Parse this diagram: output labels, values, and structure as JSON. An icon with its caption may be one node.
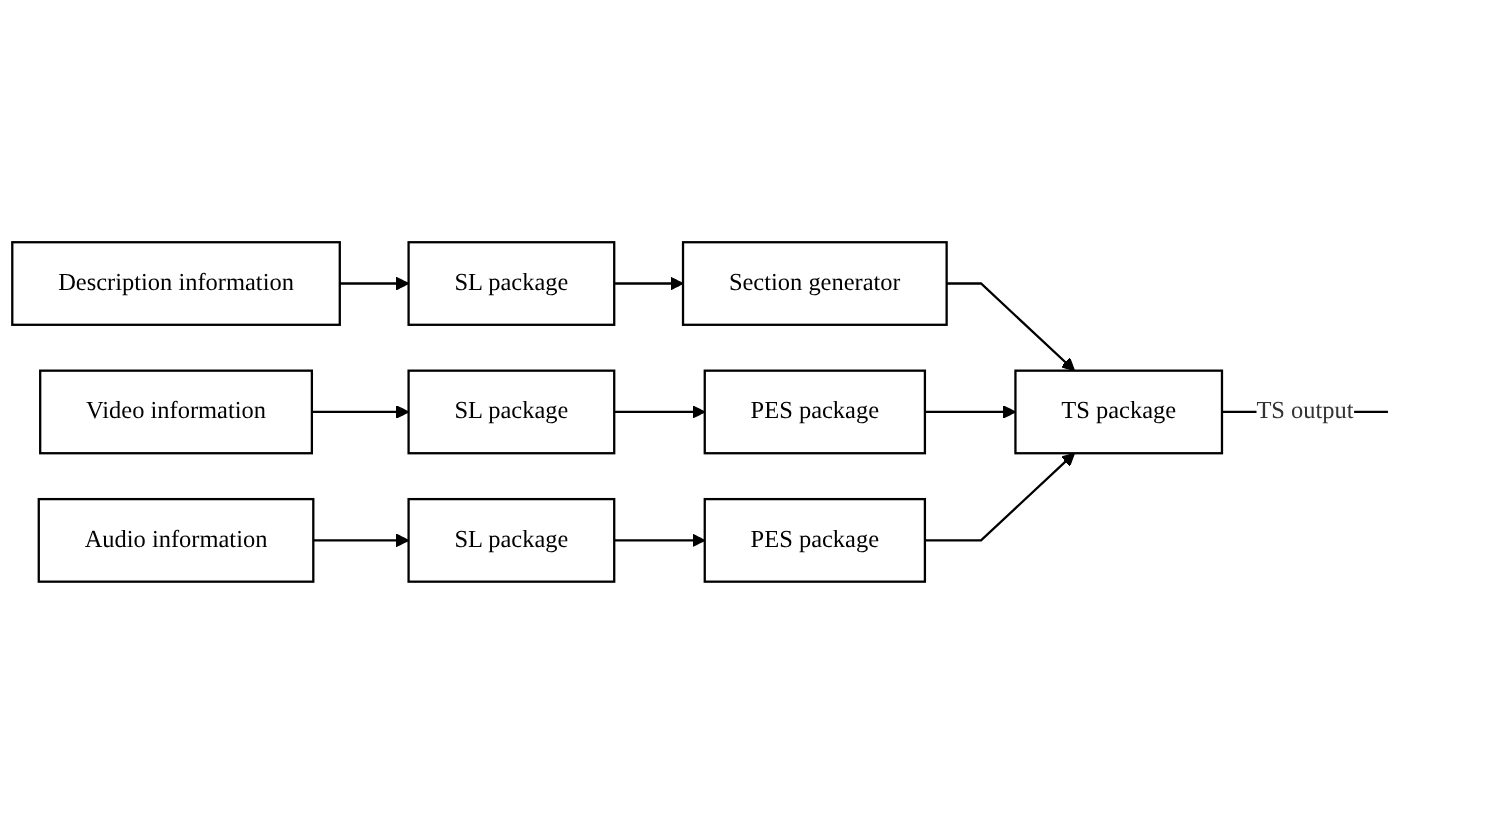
{
  "diagram": {
    "nodes": [
      {
        "text": [
          "Description information"
        ]
      },
      {
        "text": [
          "SL package"
        ]
      },
      {
        "text": [
          "Section generator"
        ]
      },
      {
        "text": [
          "Video information"
        ]
      },
      {
        "text": [
          "SL package"
        ]
      },
      {
        "text": [
          "PES package"
        ]
      },
      {
        "text": [
          "Audio information"
        ]
      },
      {
        "text": [
          "SL package"
        ]
      },
      {
        "text": [
          "PES package"
        ]
      },
      {
        "text": [
          "TS package"
        ]
      }
    ],
    "edges": [
      {
        "from": 0,
        "to": 1,
        "arrow": "to"
      },
      {
        "from": 1,
        "to": 2,
        "arrow": "to"
      },
      {
        "from": 2,
        "to": 9,
        "arrow": "to"
      },
      {
        "from": 3,
        "to": 4,
        "arrow": "to"
      },
      {
        "from": 4,
        "to": 5,
        "arrow": "to"
      },
      {
        "from": 5,
        "to": 9,
        "arrow": "to"
      },
      {
        "from": 6,
        "to": 7,
        "arrow": "to"
      },
      {
        "from": 7,
        "to": 8,
        "arrow": "to"
      },
      {
        "from": 8,
        "to": 9,
        "arrow": "to"
      },
      {
        "from": 9,
        "to": null,
        "arrow": "none",
        "label": "TS output"
      }
    ]
  }
}
